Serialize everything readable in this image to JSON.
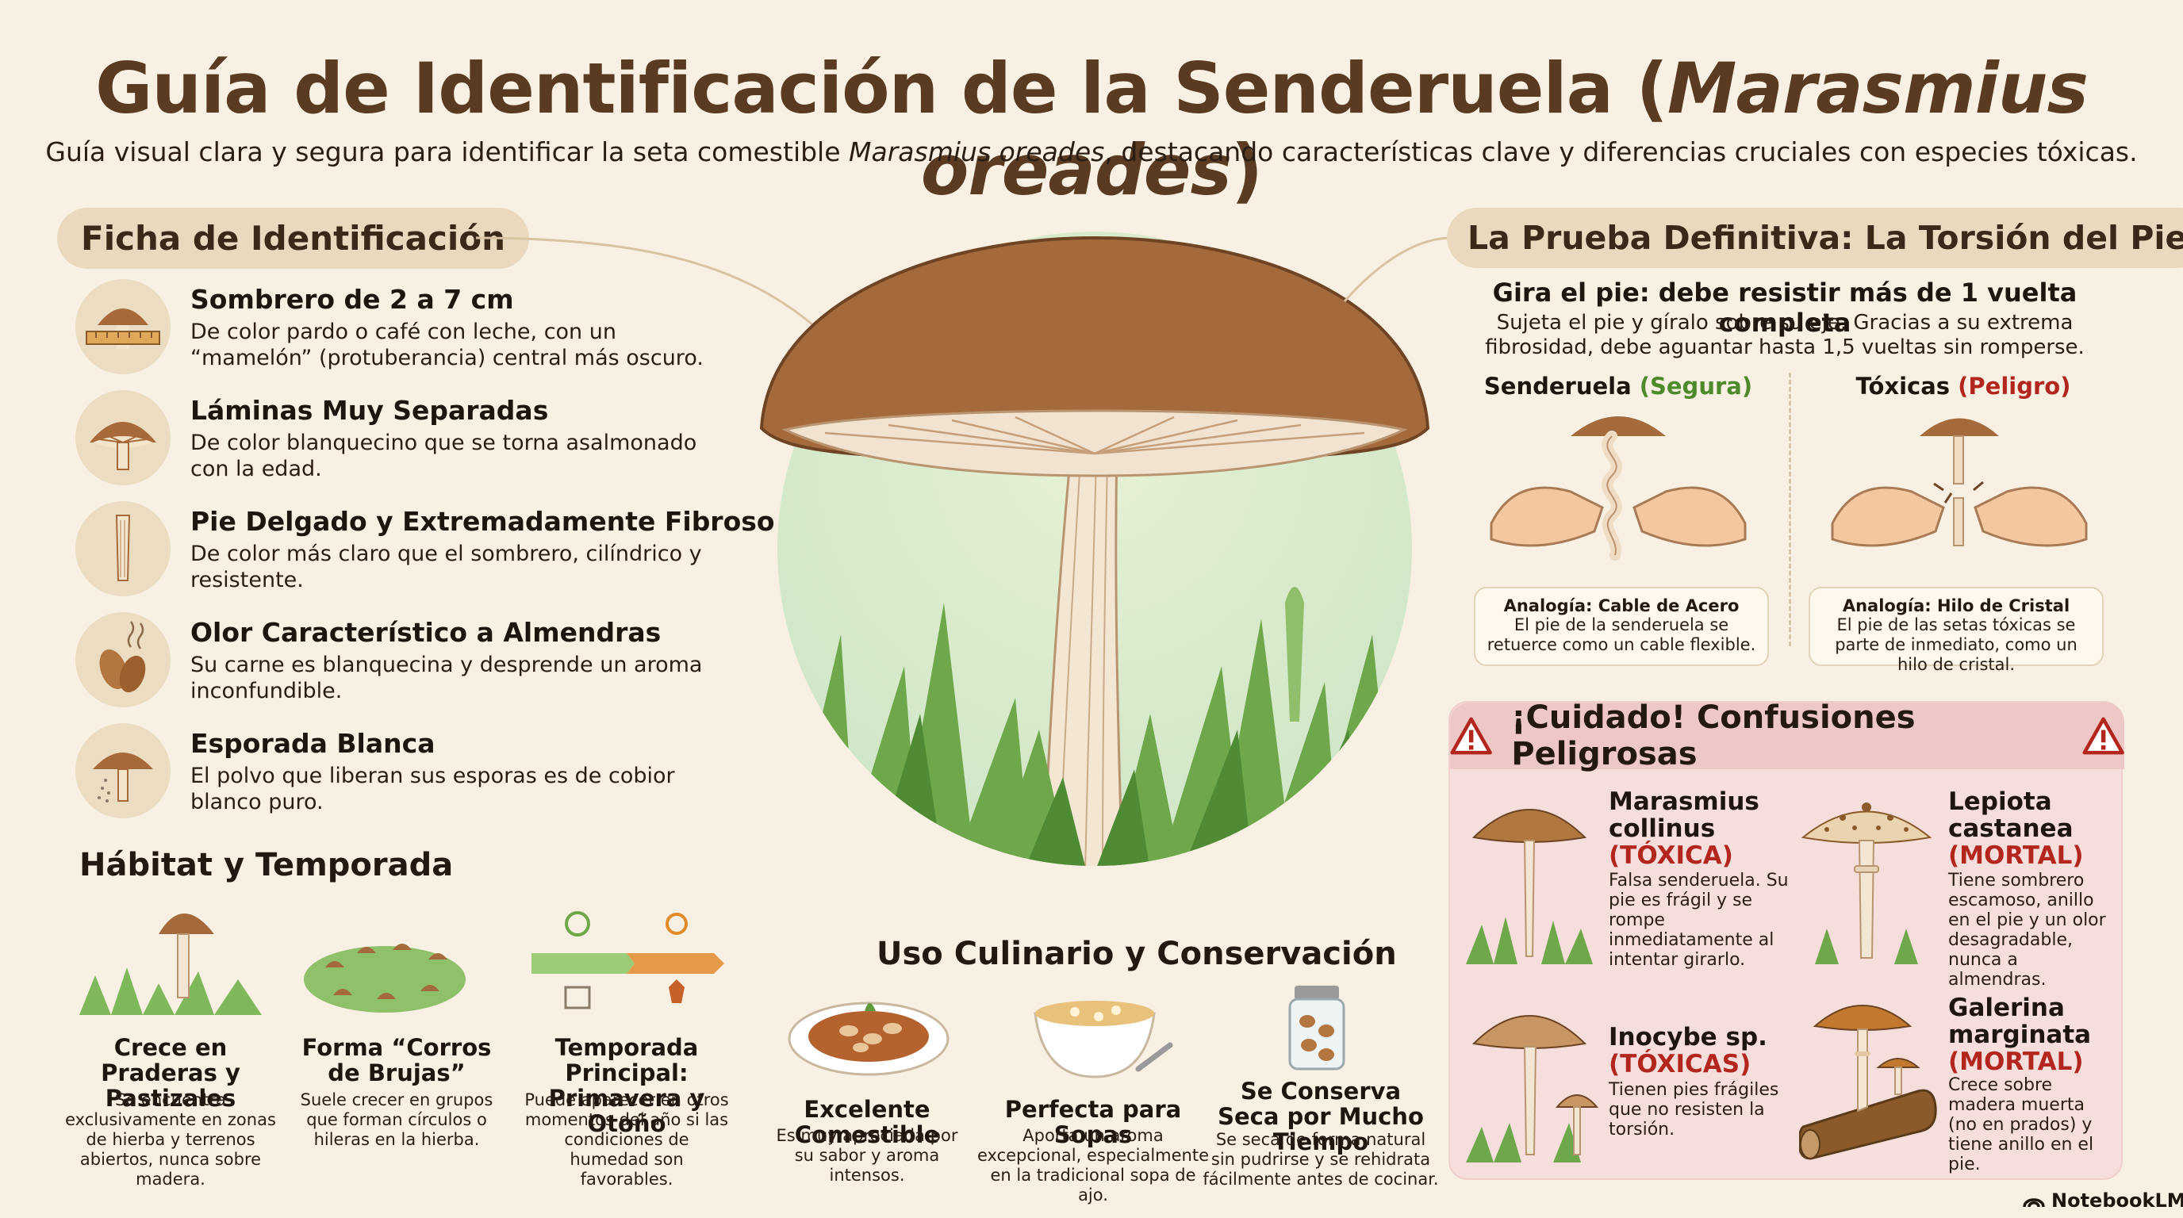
{
  "header": {
    "title_main": "Guía de Identificación de la Senderuela (",
    "title_italic": "Marasmius oreades",
    "title_end": ")",
    "subtitle_pre": "Guía visual clara y segura para identificar la seta comestible ",
    "subtitle_italic": "Marasmius oreades",
    "subtitle_post": ", destacando características clave y diferencias cruciales con especies tóxicas."
  },
  "ficha": {
    "heading": "Ficha de Identificación",
    "items": [
      {
        "title": "Sombrero de 2 a 7 cm",
        "desc": "De color pardo o café con leche, con un “mamelón” (protuberancia) central más oscuro.",
        "icon": "cap-ruler-icon"
      },
      {
        "title": "Láminas Muy Separadas",
        "desc": "De color blanquecino que se torna asalmonado con la edad.",
        "icon": "gills-icon"
      },
      {
        "title": "Pie Delgado y Extremadamente Fibroso",
        "desc": "De color más claro que el sombrero, cilíndrico y resistente.",
        "icon": "stem-icon"
      },
      {
        "title": "Olor Característico a Almendras",
        "desc": "Su carne es blanquecina y desprende un aroma inconfundible.",
        "icon": "almond-icon"
      },
      {
        "title": "Esporada Blanca",
        "desc": "El polvo que liberan sus esporas es de cobior blanco puro.",
        "icon": "spore-print-icon"
      }
    ]
  },
  "habitat": {
    "heading": "Hábitat y Temporada",
    "cards": [
      {
        "title": "Crece en Praderas y Pastizales",
        "desc": "Se encuentra exclusivamente en zonas de hierba y terrenos abiertos, nunca sobre madera."
      },
      {
        "title": "Forma “Corros de Brujas”",
        "desc": "Suele crecer en grupos que forman círculos o hileras en la hierba."
      },
      {
        "title": "Temporada Principal: Primavera y Otoño",
        "desc": "Puede aparecer en otros momentos del año si las condiciones de humedad son favorables."
      }
    ]
  },
  "culinario": {
    "heading": "Uso Culinario y Conservación",
    "cards": [
      {
        "title": "Excelente Comestible",
        "desc": "Es muy apreciada por su sabor y aroma intensos."
      },
      {
        "title": "Perfecta para Sopas",
        "desc": "Aporta un aroma excepcional, especialmente en la tradicional sopa de ajo."
      },
      {
        "title": "Se Conserva Seca por Mucho Tiempo",
        "desc": "Se seca de forma natural sin pudrirse y se rehidrata fácilmente antes de cocinar."
      }
    ]
  },
  "prueba": {
    "heading": "La Prueba Definitiva: La Torsión del Pie",
    "subheading": "Gira el pie: debe resistir más de 1 vuelta completa",
    "desc": "Sujeta el pie y gíralo sobre su eje. Gracias a su extrema fibrosidad, debe aguantar hasta 1,5 vueltas sin romperse.",
    "left_label": "Senderuela ",
    "left_tag": "(Segura)",
    "right_label": "Tóxicas ",
    "right_tag": "(Peligro)",
    "left_box_title": "Analogía: Cable de Acero",
    "left_box_desc": "El pie de la senderuela se retuerce como un cable flexible.",
    "right_box_title": "Analogía: Hilo de Cristal",
    "right_box_desc": "El pie de las setas tóxicas se parte de inmediato, como un hilo de cristal."
  },
  "cuidado": {
    "heading": "¡Cuidado! Confusiones Peligrosas",
    "items": [
      {
        "name": "Marasmius collinus",
        "tag": "(TÓXICA)",
        "desc": "Falsa senderuela. Su pie es frágil y se rompe inmediatamente al intentar girarlo."
      },
      {
        "name": "Lepiota castanea",
        "tag": "(MORTAL)",
        "desc": "Tiene sombrero escamoso, anillo en el pie y un olor desagradable, nunca a almendras."
      },
      {
        "name": "Inocybe sp.",
        "tag": "(TÓXICAS)",
        "desc": "Tienen pies frágiles que no resisten la torsión."
      },
      {
        "name": "Galerina marginata",
        "tag": "(MORTAL)",
        "desc": "Crece sobre madera muerta (no en prados) y tiene anillo en el pie."
      }
    ]
  },
  "brand": "NotebookLM",
  "colors": {
    "accent": "#5a3a20",
    "safe": "#4d8a2c",
    "danger": "#b3261e",
    "background": "#f8f1e3"
  }
}
